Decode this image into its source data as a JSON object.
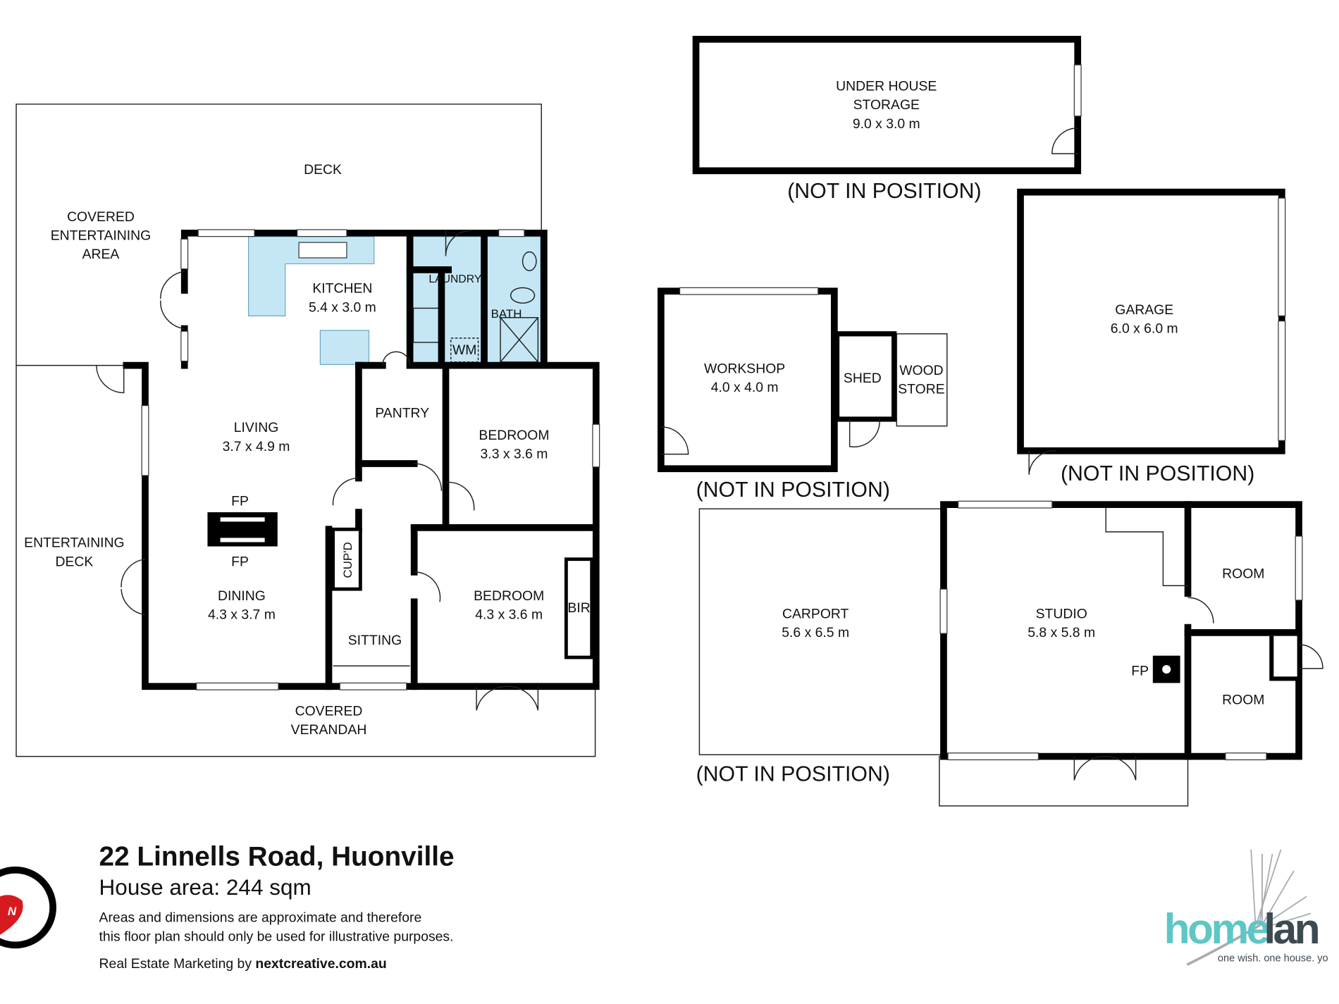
{
  "plan": {
    "main_house": {
      "deck": "DECK",
      "covered_entertaining": [
        "COVERED",
        "ENTERTAINING",
        "AREA"
      ],
      "entertaining_deck": [
        "ENTERTAINING",
        "DECK"
      ],
      "covered_verandah": [
        "COVERED",
        "VERANDAH"
      ],
      "kitchen": {
        "name": "KITCHEN",
        "size": "5.4 x 3.0 m"
      },
      "laundry": "LAUNDRY",
      "bath": "BATH",
      "wm": "WM",
      "pantry": "PANTRY",
      "living": {
        "name": "LIVING",
        "size": "3.7 x 4.9 m"
      },
      "fp": "FP",
      "dining": {
        "name": "DINING",
        "size": "4.3 x 3.7 m"
      },
      "bedroom1": {
        "name": "BEDROOM",
        "size": "3.3 x 3.6 m"
      },
      "bedroom2": {
        "name": "BEDROOM",
        "size": "4.3 x 3.6 m"
      },
      "bir": "BIR",
      "cupd": "CUP'D",
      "sitting": "SITTING"
    },
    "under_house": {
      "name": [
        "UNDER HOUSE",
        "STORAGE"
      ],
      "size": "9.0 x 3.0 m"
    },
    "garage": {
      "name": "GARAGE",
      "size": "6.0 x 6.0 m"
    },
    "workshop": {
      "name": "WORKSHOP",
      "size": "4.0 x 4.0 m"
    },
    "shed": "SHED",
    "wood_store": [
      "WOOD",
      "STORE"
    ],
    "carport": {
      "name": "CARPORT",
      "size": "5.6 x 6.5 m"
    },
    "studio": {
      "name": "STUDIO",
      "size": "5.8 x 5.8 m",
      "fp": "FP"
    },
    "room1": "ROOM",
    "room2": "ROOM",
    "not_in_position": "(NOT IN POSITION)"
  },
  "footer": {
    "address": "22 Linnells Road, Huonville",
    "area": "House area: 244 sqm",
    "disclaimer": [
      "Areas and dimensions are approximate and therefore",
      "this floor plan should only be used for illustrative purposes."
    ],
    "marketing_prefix": "Real Estate Marketing by ",
    "marketing_site": "nextcreative.com.au",
    "compass_letter": "N"
  },
  "logo": {
    "part1": "home",
    "part2": "lan",
    "tagline": "one wish. one house. yo"
  },
  "colors": {
    "wet_area": "#c5e7f5",
    "logo_teal": "#5fc6c6",
    "logo_dark": "#3d4a52",
    "compass_red": "#d71920"
  }
}
